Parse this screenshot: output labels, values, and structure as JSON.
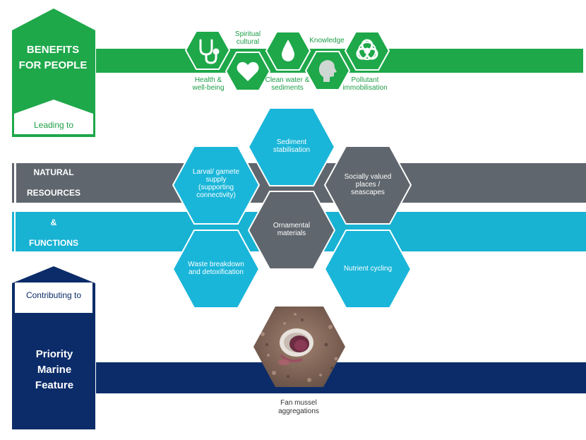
{
  "colors": {
    "green": "#1ea84a",
    "gray": "#5f666d",
    "cyan": "#18b2d3",
    "navy": "#0b2c69",
    "hex_cyan": "#1ab6d9",
    "hex_gray": "#5f666d"
  },
  "left_panel": {
    "benefits_title": "BENEFITS FOR PEOPLE",
    "leading_to": "Leading to",
    "natural": "NATURAL",
    "resources": "RESOURCES",
    "ampersand": "&",
    "functions": "FUNCTIONS",
    "contributing_to": "Contributing to",
    "priority_feature": "Priority Marine Feature"
  },
  "benefits": [
    {
      "icon": "stethoscope-icon",
      "label": "Health & well-being"
    },
    {
      "icon": "heart-icon",
      "label": "Spiritual cultural"
    },
    {
      "icon": "water-drop-icon",
      "label": "Clean water & sediments"
    },
    {
      "icon": "head-profile-icon",
      "label": "Knowledge"
    },
    {
      "icon": "biohazard-icon",
      "label": "Pollutant immobilisation"
    }
  ],
  "functions": [
    {
      "label": "Sediment stabilisation",
      "color": "cyan"
    },
    {
      "label": "Larval/ gamete supply (supporting connectivity)",
      "color": "cyan"
    },
    {
      "label": "Socially valued places / seascapes",
      "color": "gray"
    },
    {
      "label": "Ornamental materials",
      "color": "gray"
    },
    {
      "label": "Waste breakdown and detoxification",
      "color": "cyan"
    },
    {
      "label": "Nutrient cycling",
      "color": "cyan"
    }
  ],
  "feature": {
    "image": "fan-mussel-photo",
    "caption": "Fan mussel aggregations"
  }
}
